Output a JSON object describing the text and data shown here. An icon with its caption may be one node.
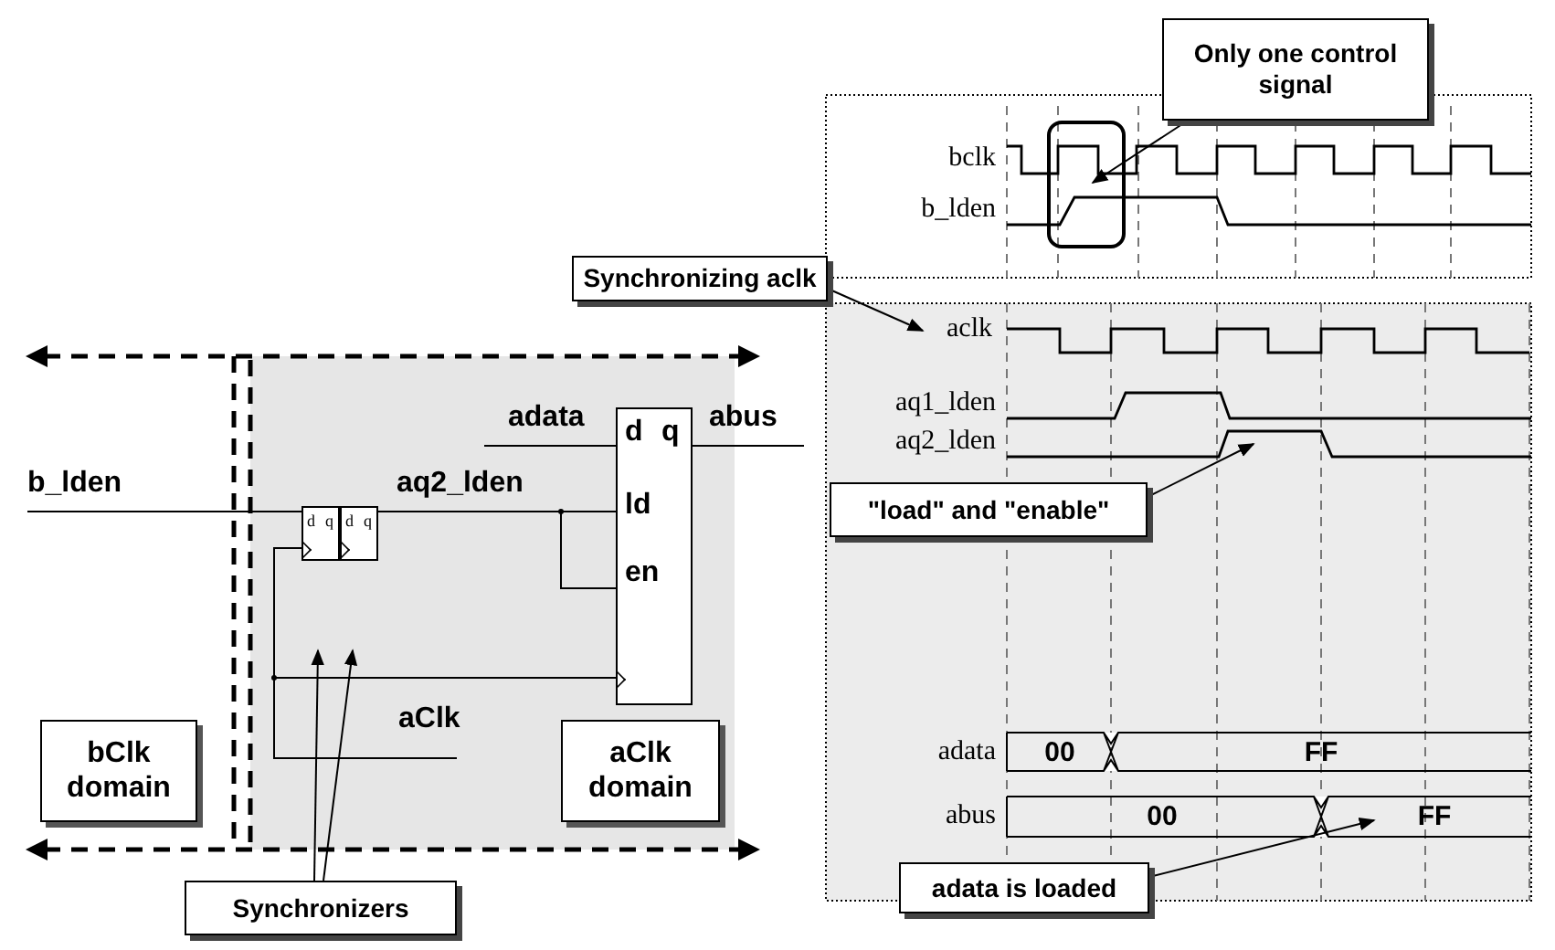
{
  "diagram": {
    "nodes": [
      {
        "text": [
          "Only one control signal"
        ]
      },
      {
        "text": [],
        "shape": "box"
      },
      {
        "text": [
          "Synchronizing aclk"
        ]
      },
      {
        "text": [
          "aclk"
        ]
      },
      {
        "text": [
          "\"load\" and \"enable\""
        ]
      },
      {
        "text": [
          "adata is loaded"
        ]
      },
      {
        "text": [
          "bClk domain"
        ]
      },
      {
        "text": [
          "d",
          "q"
        ]
      },
      {
        "text": [
          "d",
          "q"
        ]
      },
      {
        "text": [
          "d",
          "q",
          "ld",
          "en"
        ]
      },
      {
        "text": [
          "aClk domain"
        ]
      },
      {
        "text": [
          "Synchronizers"
        ]
      }
    ],
    "edges": [
      {
        "from": 0,
        "to": 1,
        "arrow": "to"
      },
      {
        "from": 2,
        "to": 3,
        "arrow": "to"
      },
      {
        "from": 4,
        "to": null,
        "arrow": "to"
      },
      {
        "from": 5,
        "to": null,
        "arrow": "to"
      },
      {
        "from": 11,
        "to": null,
        "arrow": "to"
      },
      {
        "from": 11,
        "to": null,
        "arrow": "to"
      },
      {
        "from": null,
        "to": 7,
        "arrow": "none",
        "label": "b_lden"
      },
      {
        "from": 8,
        "to": 9,
        "arrow": "none",
        "label": "aq2_lden"
      },
      {
        "from": 8,
        "to": 9,
        "arrow": "none"
      },
      {
        "from": null,
        "to": 9,
        "arrow": "none",
        "label": "adata"
      },
      {
        "from": 9,
        "to": null,
        "arrow": "none",
        "label": "abus"
      },
      {
        "from": null,
        "to": 7,
        "arrow": "none",
        "label": "aClk"
      },
      {
        "from": null,
        "to": 9,
        "arrow": "none"
      }
    ],
    "labels": [
      "bclk",
      "b_lden",
      "aq1_lden",
      "aq2_lden",
      "adata",
      "abus",
      "00",
      "FF",
      "00",
      "FF"
    ]
  }
}
